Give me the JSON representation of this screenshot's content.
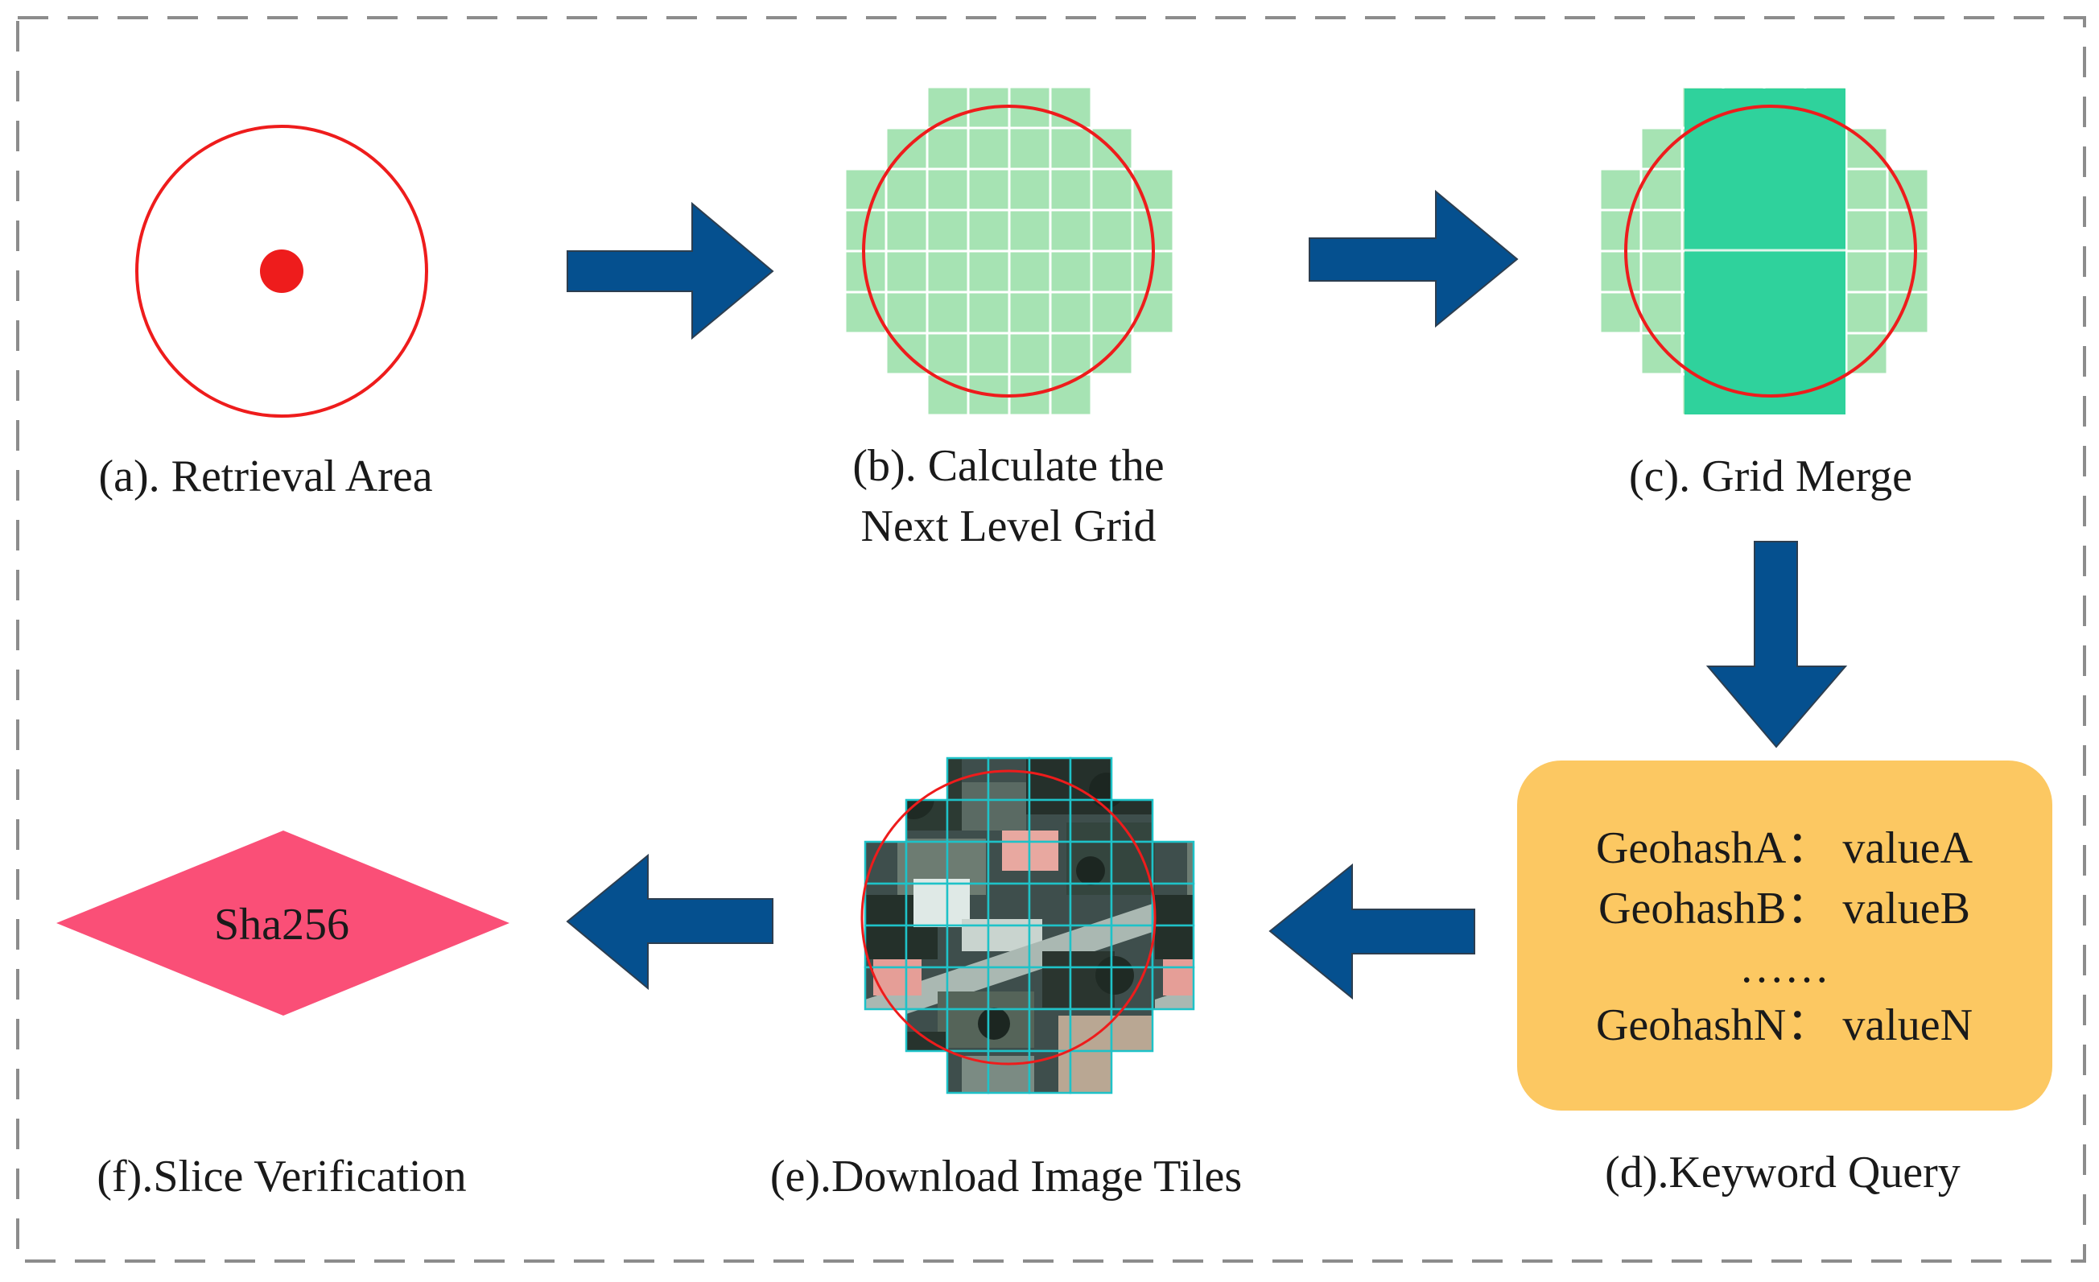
{
  "steps": {
    "a": {
      "caption": "(a). Retrieval Area"
    },
    "b": {
      "caption_line1": "(b). Calculate the",
      "caption_line2": "Next Level Grid"
    },
    "c": {
      "caption": "(c). Grid Merge"
    },
    "d": {
      "caption": "(d).Keyword Query",
      "entries": [
        "GeohashA： valueA",
        "GeohashB： valueB",
        "……",
        "GeohashN： valueN"
      ]
    },
    "e": {
      "caption": "(e).Download Image Tiles"
    },
    "f": {
      "caption": "(f).Slice Verification",
      "label": "Sha256"
    }
  },
  "colors": {
    "frame": "#8c8c8c",
    "arrow": "#05508f",
    "circle": "#ee1c1c",
    "grid_light": "#a6e3b3",
    "grid_merged": "#2fd29c",
    "query_box": "#fcc862",
    "diamond": "#fa4f77",
    "tile_line": "#1ec2c8"
  },
  "icons": {
    "arrows": "block-arrow",
    "imagery": "satellite-image-tiles"
  }
}
